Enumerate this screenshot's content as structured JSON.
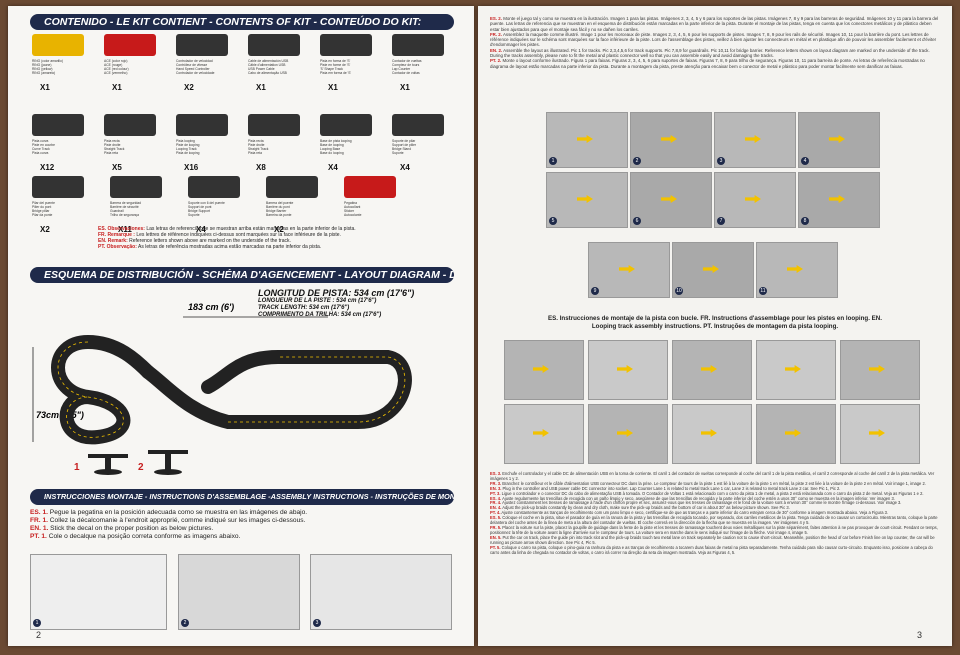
{
  "left": {
    "contents_title": "CONTENIDO - LE KIT CONTIENT - CONTENTS OF KIT - CONTEÚDO DO KIT:",
    "items": [
      {
        "label": "RING (color amarillo)\nRING (jaune)\nRING (yellow)\nRING (amarelo)",
        "qty": "X1",
        "color": "#e8b300"
      },
      {
        "label": "ACE (color rojo)\nACE (rouge)\nACE (red colour)\nACE (vermelho)",
        "qty": "X1",
        "color": "#c71a1a"
      },
      {
        "label": "Controlador de velocidad\nContrôleur de vitesse\nHand Speed Controller\nControlador de velocidade",
        "qty": "X2",
        "color": "#333"
      },
      {
        "label": "Cable de alimentación USB\nCâble d'alimentation USB\nUSB Power Cable\nCabo de alimentação USB",
        "qty": "X1",
        "color": "#333"
      },
      {
        "label": "Pista en forma de 'S'\nPiste en forme de 'S'\n'S' Shape Track\nPista em forma de 'S'",
        "qty": "X1",
        "color": "#333"
      },
      {
        "label": "Contador de vueltas\nCompteur de tours\nLap Counter\nContador de voltas",
        "qty": "X1",
        "color": "#333"
      },
      {
        "label": "Pista curva\nPiste en courbe\nCurve Track\nPista curva",
        "qty": "X12",
        "color": "#333"
      },
      {
        "label": "Pista recta\nPiste droite\nStraight Track\nPista reta",
        "qty": "X5",
        "color": "#333"
      },
      {
        "label": "Pista looping\nPiste de looping\nLooping Track\nPista de looping",
        "qty": "X16",
        "color": "#333"
      },
      {
        "label": "Pista recta\nPiste droite\nStraight Track\nPista reta",
        "qty": "X8",
        "color": "#333"
      },
      {
        "label": "Base de pista looping\nBase de looping\nLooping Base\nBase do looping",
        "qty": "X4",
        "color": "#333"
      },
      {
        "label": "Soporte de pilar\nSupport de pilier\nBridge Stand\nSuporte",
        "qty": "X4",
        "color": "#333"
      },
      {
        "label": "Pilar del puente\nPilier du pont\nBridge pillar\nPilar da ponte",
        "qty": "X2",
        "color": "#333"
      },
      {
        "label": "Barrera de seguridad\nBarrière de sécurité\nGuardrail\nTrilho de segurança",
        "qty": "X11",
        "color": "#333"
      },
      {
        "label": "Soporte con 6 del puente\nSupport de pont\nBridge Support\nSuporte",
        "qty": "X4",
        "color": "#333"
      },
      {
        "label": "Barrera del puente\nBarrière du pont\nBridge Barrier\nBarreira da ponte",
        "qty": "X2",
        "color": "#333"
      },
      {
        "label": "Pegatina\nAutocollant\nSticker\nAutocolante",
        "qty": "",
        "color": "#c71a1a"
      }
    ],
    "observations": [
      {
        "lang": "ES. Observaciones:",
        "text": " Las letras de referencia que se muestran arriba están marcadas en la parte inferior de la pista."
      },
      {
        "lang": "FR. Remarque :",
        "text": " Les lettres de référence indiquées ci-dessus sont marquées sur la face inférieure de la piste."
      },
      {
        "lang": "EN. Remark:",
        "text": " Reference letters shown above are marked on the underside of the track."
      },
      {
        "lang": "PT. Observação:",
        "text": " As letras de referência mostradas acima estão marcadas na parte inferior da pista."
      }
    ],
    "layout_title": "ESQUEMA DE DISTRIBUCIÓN - SCHÉMA D'AGENCEMENT - LAYOUT DIAGRAM - DIAGRAMA DE LAYOUT:",
    "length_lines": [
      "LONGITUD DE PISTA: 534 cm (17'6\")",
      "LONGUEUR DE LA PISTE : 534 cm (17'6\")",
      "TRACK LENGTH: 534 cm (17'6\")",
      "COMPRIMENTO DA TRILHA: 534 cm (17'6\")"
    ],
    "dim_width": "183 cm (6')",
    "dim_height": "73cm (2'5\")",
    "stand_labels": [
      "1",
      "2"
    ],
    "assembly_title": "INSTRUCCIONES MONTAJE - INSTRUCTIONS D'ASSEMBLAGE -ASSEMBLY INSTRUCTIONS - INSTRUÇÕES DE MONTAGEM:",
    "assembly_lines": [
      {
        "lang": "ES. 1.",
        "text": " Pegue la pegatina en la posición adecuada como se muestra en las imágenes de abajo."
      },
      {
        "lang": "FR. 1.",
        "text": " Collez la décalcomanie à l'endroit approprié, comme indiqué sur les images ci-dessous."
      },
      {
        "lang": "EN. 1.",
        "text": " Stick the decal on the proper position as below pictures."
      },
      {
        "lang": "PT. 1.",
        "text": " Cole o decalque na posição correta conforme as imagens abaixo."
      }
    ],
    "step_nums": [
      "1",
      "2",
      "3"
    ],
    "page_number": "2"
  },
  "right": {
    "intro": [
      {
        "lang": "ES. 2.",
        "text": " Monte el juego tal y como se muestra en la ilustración. Imagen 1 para las pistas. Imágenes 2, 3, 4, 5 y 6 para los soportes de las pistas. Imágenes 7, 8 y 9 para las barreras de seguridad. Imágenes 10 y 11 para la barrera del puente. Las letras de referencia que se muestran en el esquema de distribución están marcadas en la parte inferior de la pista. Durante el montaje de las pistas, tenga en cuenta que los conectores metálicos y de plástico deben estar bien ajustados para que el montaje sea fácil y no se dañen los carriles."
      },
      {
        "lang": "FR. 2.",
        "text": " Assemblez la maquette comme illustré. Image 1 pour les morceaux de piste. Images 2, 3, 4, 5, 6 pour les supports de pistes. Images 7, 8, 9 pour les rails de sécurité. Images 10, 11 pour la barrière du pont. Les lettres de référence indiquées sur le schéma sont marquées sur la face inférieure de la piste. Lors de l'assemblage des pistes, veillez à bien ajuster les connecteurs en métal et en plastique afin de pouvoir les assembler facilement et d'éviter d'endommager les pistes."
      },
      {
        "lang": "EN. 2.",
        "text": " Assemble the layout as illustrated. Pic 1 for tracks. Pic 2,3,4,5,6 for track supports. Pic 7,8,9 for guardrails. Pic 10,11 for bridge barrier. Reference letters shown on layout diagram are marked on the underside of the track. During the tracks assembly, please note to fit the metal and plastic connector well so that you can assemble easily and avoid damaging the tracks."
      },
      {
        "lang": "PT. 2.",
        "text": " Monte o layout conforme ilustrado. Figura 1 para faixas. Figuras 2, 3, 4, 5, 6 para suportes de faixas. Figuras 7, 8, 9 para trilho de segurança. Figuras 10, 11 para barreira de ponte. As letras de referência mostradas no diagrama de layout estão marcadas na parte inferior da pista. Durante a montagem da pista, preste atenção para encaixar bem o conector de metal e plástico para poder montar facilmente sem danificar as faixas."
      }
    ],
    "photo_nums_a": [
      "1",
      "2",
      "3",
      "4",
      "5",
      "6",
      "7",
      "8",
      "9",
      "10",
      "11"
    ],
    "loop_caption": "ES. Instrucciones de montaje de la pista con bucle. FR. Instructions d'assemblage pour les pistes en looping. EN. Looping track assembly instructions. PT. Instruções de montagem da pista looping.",
    "instructions": [
      {
        "lang": "ES. 3.",
        "text": " Enchufe el controlador y el cable DC de alimentación USB en la toma de corriente. El carril 1 del contador de vueltas corresponde al coche del carril 1 de la pista metálica, el carril 2 corresponde al coche del carril 2 de la pista metálica. Ver imágenes 1 y 2."
      },
      {
        "lang": "FR. 3.",
        "text": " Branchez le contrôleur et le câble d'alimentation USB connecteur DC dans la prise. Le compteur de tours de la piste 1 est lié à la voiture de la piste 1 en métal, la piste 2 est liée à la voiture de la piste 2 en métal. Voir image 1, image 2."
      },
      {
        "lang": "EN. 3.",
        "text": " Plug in the controller and USB power cable DC connector into socket. Lap Counter Lane 1 is related to metal track Lane 1 car, Lane 2 is related to metal track Lane 2 car. See Pic 1, Pic 2."
      },
      {
        "lang": "PT. 3.",
        "text": " Ligue o controlador e o conector DC do cabo de alimentação USB à tomada. O Contador de Voltas 1 está relacionado com o carro da pista 1 de metal, a pista 2 está relacionada com o carro da pista 2 de metal. Veja as Figuras 1 e 2."
      },
      {
        "lang": "ES. 4.",
        "text": " Ajuste regularmente las trencillas de recogida con un paño limpio y seco, asegúrese de que las trencillas de recogida y la parte inferior del coche estén a unos 30° como se muestra en la imagen inferior. Ver imagen 3."
      },
      {
        "lang": "FR. 4.",
        "text": " Ajustez constamment les tresses de ramassage à l'aide d'un chiffon propre et sec, assurez-vous que les tresses de ramassage et le fond de la voiture sont à environ 30° comme le montre l'image ci-dessous. Voir image 3."
      },
      {
        "lang": "EN. 4.",
        "text": " Adjust the pick-up braids constantly by clean and dry cloth, make sure the pick-up braids and the bottom of car is about 30° as below picture shown. See Pic 3."
      },
      {
        "lang": "PT. 4.",
        "text": " Ajuste constantemente as tranças de recolhimento com um pano limpo e seco, certifique-se de que as tranças e a parte inferior do carro estejam cerca de 30° conforme a imagem mostrada abaixo. Veja a Figura 3."
      },
      {
        "lang": "ES. 5.",
        "text": " Coloque el coche en la pista, situe el pasador de guía en la ranura de la pista y las trencillas de recogida tocando, por separado, dos carriles metálicos de la pista. Tenga cuidado de no causar un cortocircuito. Mientras tanto, coloque la parte delantera del coche antes de la línea de meta a la altura del contador de vueltas. El coche correrá en la dirección de la flecha que se muestra en la imagen. Ver imágenes 4 y 5."
      },
      {
        "lang": "FR. 5.",
        "text": " Placez la voiture sur la piste, placez la goupille de guidage dans la fente de la piste et les tresses de ramassage touchent deux voies métalliques sur la piste séparément, faites attention à ne pas provoquer de court-circuit. Pendant ce temps, positionnez la tête de la voiture avant la ligne d'arrivée sur le compteur de tours. La voiture sera en marche dans le sens indiqué sur l'image de la flèche. Voir image 4, image 5."
      },
      {
        "lang": "EN. 5.",
        "text": " Put the car on track, place the guide pin into track slot and the pick-up braids touch two metal lane on track separately be caution not to cause short-circuit. Meanwhile, position the head of car before Finish line on lap counter, the car will be running as picture arrow shown direction. See Pic 4, Pic 5."
      },
      {
        "lang": "PT. 5.",
        "text": " Coloque o carro na pista, coloque o pino-guia na ranhura da pista e as tranças de recolhimento a tocarem duas faixas de metal na pista separadamente. Tenha cuidado para não causar curto-circuito. Enquanto isso, posicione a cabeça do carro antes da linha de chegada no contador de voltas, o carro irá correr na direção da seta da imagem mostrada. Veja as Figuras 4, 5."
      }
    ],
    "page_number": "3"
  },
  "colors": {
    "navy": "#1f2a4a",
    "red": "#c72020",
    "yellow": "#f2c200"
  }
}
